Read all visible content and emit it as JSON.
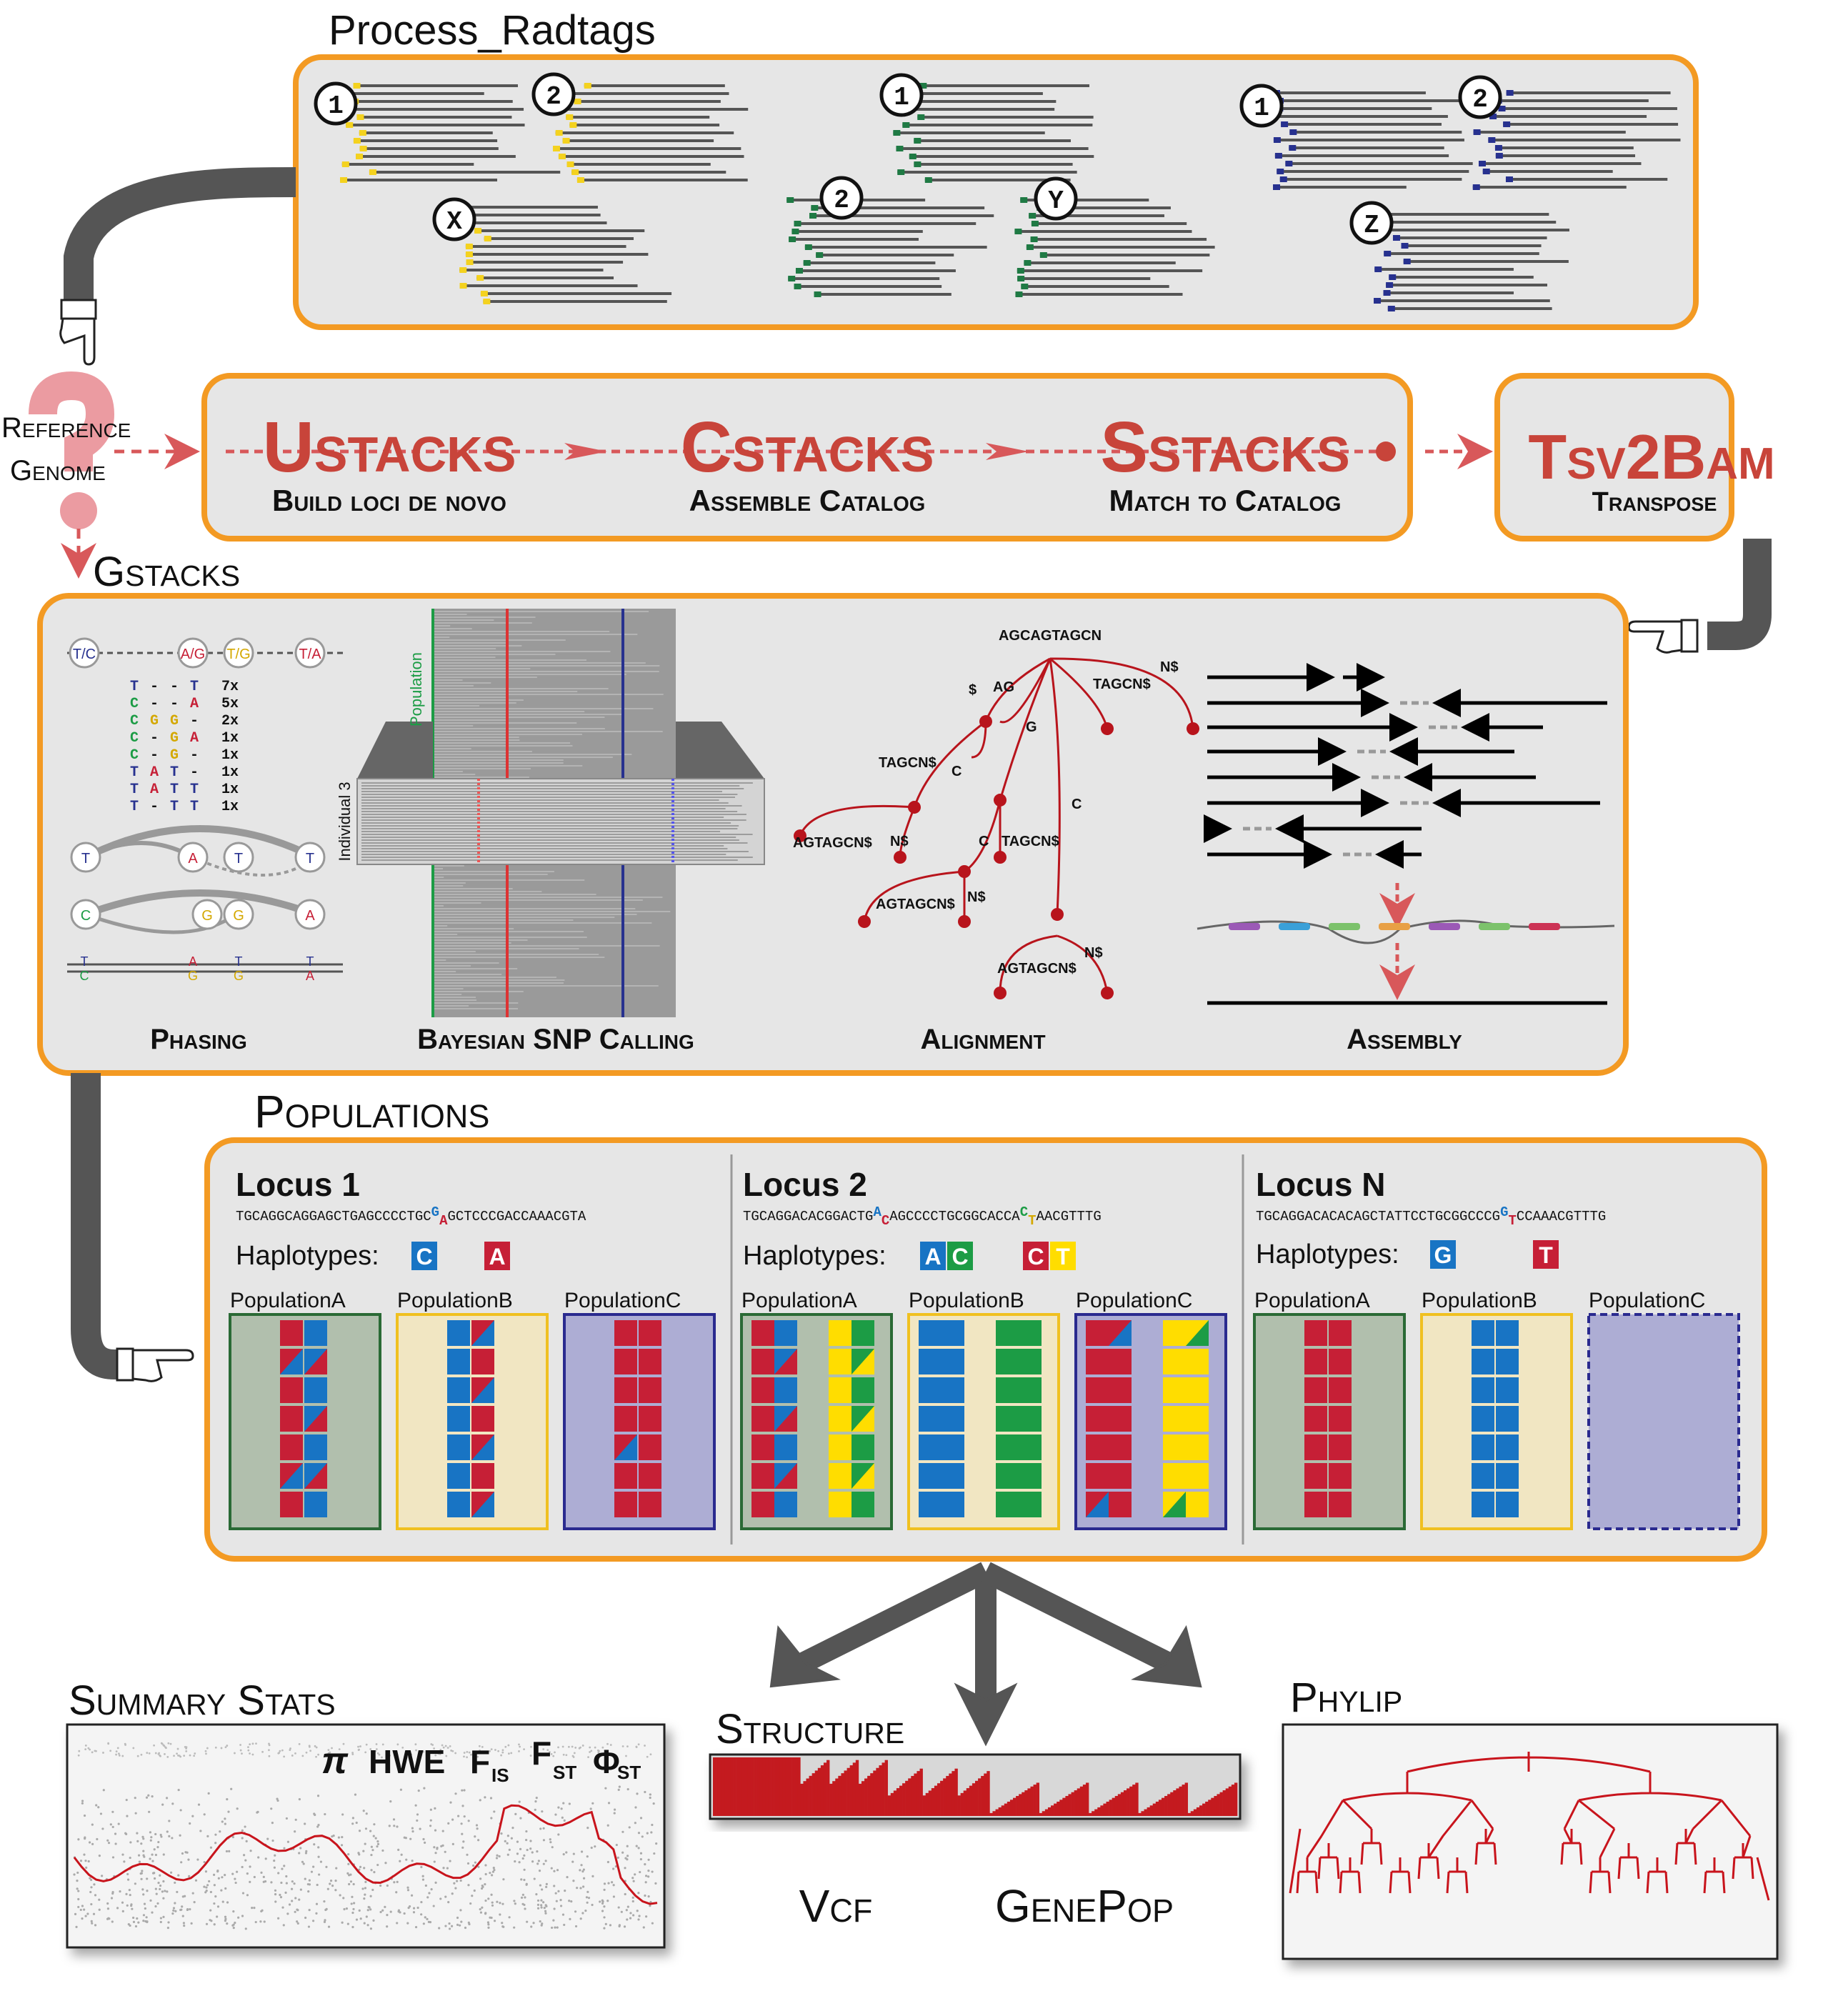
{
  "headers": {
    "process_radtags": "Process_Radtags",
    "reference_genome_line1": "Reference",
    "reference_genome_line2": "Genome",
    "gstacks": "Gstacks",
    "populations": "Populations",
    "summary_stats": "Summary Stats",
    "structure": "Structure",
    "phylip": "Phylip",
    "vcf": "Vcf",
    "genepop": "GenePop"
  },
  "radtags_markers": [
    "1",
    "2",
    "X",
    "1",
    "2",
    "Y",
    "1",
    "2",
    "Z"
  ],
  "stacks": [
    {
      "name": "Ustacks",
      "subtitle": "Build loci de novo"
    },
    {
      "name": "Cstacks",
      "subtitle": "Assemble Catalog"
    },
    {
      "name": "Sstacks",
      "subtitle": "Match to Catalog"
    },
    {
      "name": "Tsv2Bam",
      "subtitle": "Transpose"
    }
  ],
  "gstacks_panels": {
    "phasing": "Phasing",
    "bayesian": "Bayesian SNP Calling",
    "alignment": "Alignment",
    "assembly": "Assembly",
    "population_label": "Population",
    "individual_label": "Individual 3"
  },
  "phasing_haplotypes": [
    {
      "h": "T - - T",
      "c": "7x"
    },
    {
      "h": "C - - A",
      "c": "5x"
    },
    {
      "h": "C G G -",
      "c": "2x"
    },
    {
      "h": "C - G A",
      "c": "1x"
    },
    {
      "h": "C - G -",
      "c": "1x"
    },
    {
      "h": "T A T -",
      "c": "1x"
    },
    {
      "h": "T A T T",
      "c": "1x"
    },
    {
      "h": "T - T T",
      "c": "1x"
    }
  ],
  "alignment_labels": {
    "root": "AGCAGTAGCN",
    "edges": [
      "$",
      "AG",
      "G",
      "C",
      "TAGCN$",
      "N$",
      "TAGCN$",
      "C",
      "C",
      "TAGCN$",
      "AGTAGCN$",
      "N$",
      "AGTAGCN$",
      "N$",
      "AGTAGCN$",
      "N$"
    ]
  },
  "loci": [
    {
      "title": "Locus 1",
      "sequence": "TGCAGGCAGGAGCTGAGCCCCTGC",
      "snp_top": "G",
      "snp_bottom": "A",
      "sequence_tail": "GCTCCCGACCAAACGTA",
      "haplotypes_label": "Haplotypes:",
      "haplotypes": [
        [
          "C"
        ],
        [
          "A"
        ]
      ],
      "populations": [
        "PopulationA",
        "PopulationB",
        "PopulationC"
      ]
    },
    {
      "title": "Locus 2",
      "sequence": "TGCAGGACACGGACTG",
      "snp_top": "A",
      "snp_bottom": "C",
      "sequence_tail": "AGCCCCTGCGGCACCA",
      "snp2_top": "C",
      "snp2_bottom": "T",
      "sequence_tail2": "AACGTTTG",
      "haplotypes_label": "Haplotypes:",
      "haplotypes": [
        [
          "A",
          "C"
        ],
        [
          "C",
          "T"
        ]
      ],
      "populations": [
        "PopulationA",
        "PopulationB",
        "PopulationC"
      ]
    },
    {
      "title": "Locus N",
      "sequence": "TGCAGGACACACAGCTATTCCTGCGGCCCG",
      "snp_top": "G",
      "snp_bottom": "T",
      "sequence_tail": "CCAAACGTTTG",
      "haplotypes_label": "Haplotypes:",
      "haplotypes": [
        [
          "G"
        ],
        [
          "T"
        ]
      ],
      "populations": [
        "PopulationA",
        "PopulationB",
        "PopulationC"
      ]
    }
  ],
  "summary_stats_symbols": {
    "pi": "π",
    "hwe": "HWE",
    "f": "F",
    "fis_sub": "IS",
    "fst_sub": "ST",
    "phi": "Φ",
    "phist_sub": "ST"
  },
  "colors": {
    "orange": "#f39a23",
    "panel_bg": "#e6e6e6",
    "stack_red": "#c8443a",
    "yellow": "#f4d21f",
    "green": "#1f7a44",
    "blue": "#27318f",
    "hap_blue": "#1874c4",
    "hap_red": "#c61f36",
    "hap_green": "#1c9c45",
    "hap_yellow": "#ffdd00",
    "popA_bg": "#b1bfad",
    "popB_bg": "#f1e6c2",
    "popC_bg": "#adadd4",
    "hand_gray": "#555555"
  },
  "icons": [
    "pointing-hand-icon",
    "question-mark-icon",
    "arrow-icon"
  ]
}
